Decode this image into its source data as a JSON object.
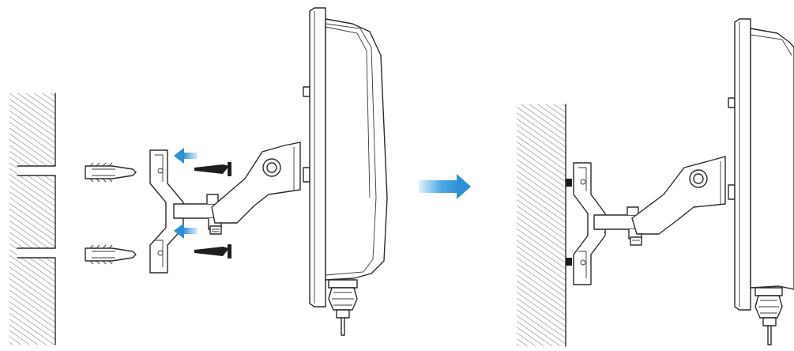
{
  "diagram": {
    "steps": 2,
    "colors": {
      "arrow_blue": "#3a9fe0",
      "line": "#2b2b2b",
      "background": "#ffffff"
    },
    "icons": {
      "wall": "hatched-wall",
      "anchor": "wall-plug-anchor",
      "screw": "wood-screw",
      "bracket": "wall-mount-bracket",
      "device": "wall-mounted-charger",
      "gland": "cable-gland",
      "arrow": "blue-direction-arrow"
    }
  }
}
